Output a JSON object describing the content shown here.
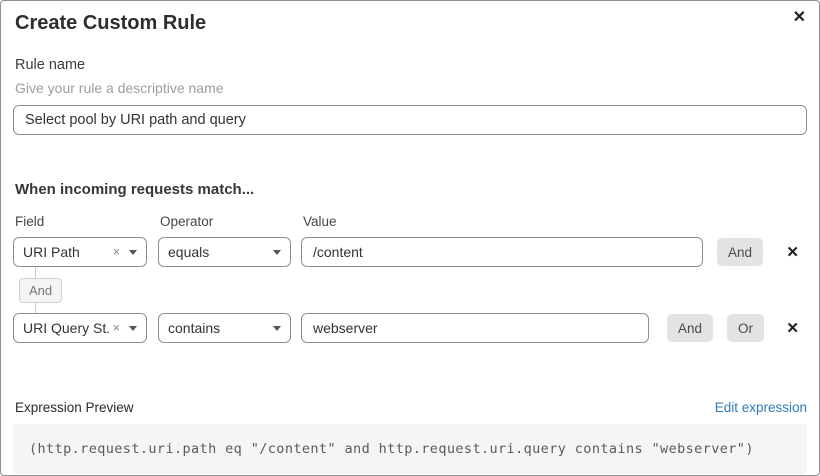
{
  "dialog": {
    "title": "Create Custom Rule"
  },
  "icons": {
    "close": "✕",
    "clear": "×",
    "remove": "✕"
  },
  "rule_name": {
    "label": "Rule name",
    "hint": "Give your rule a descriptive name",
    "value": "Select pool by URI path and query"
  },
  "conditions": {
    "heading": "When incoming requests match...",
    "column_labels": {
      "field": "Field",
      "operator": "Operator",
      "value": "Value"
    },
    "connector_label": "And",
    "rows": [
      {
        "field": "URI Path",
        "operator": "equals",
        "value": "/content",
        "and_label": "And"
      },
      {
        "field": "URI Query St...",
        "operator": "contains",
        "value": "webserver",
        "and_label": "And",
        "or_label": "Or"
      }
    ]
  },
  "expression_preview": {
    "label": "Expression Preview",
    "edit_link": "Edit expression",
    "expression": "(http.request.uri.path eq \"/content\" and http.request.uri.query contains \"webserver\")"
  },
  "colors": {
    "link_blue": "#2e7bbd",
    "pill_button_bg": "#e3e3e3",
    "code_block_bg": "#f5f5f5",
    "input_border": "#8f8f8f"
  }
}
